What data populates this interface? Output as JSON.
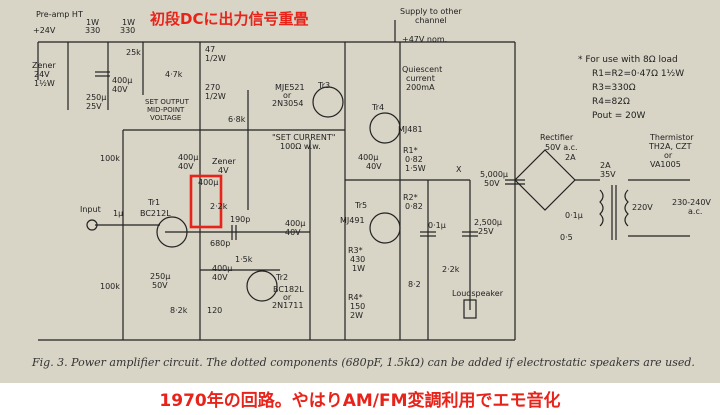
{
  "annotations": {
    "top_title": "初段DCに出力信号重畳",
    "bottom_note": "1970年の回路。やはりAM/FM変調利用でエモ音化",
    "accent": "#e8231a"
  },
  "caption": "Fig. 3. Power amplifier circuit. The dotted components (680pF, 1.5kΩ) can be added if electrostatic speakers are used.",
  "labels": {
    "preamp": "Pre-amp HT",
    "plus24": "+24V",
    "r1w330a": "1W",
    "r1w330a_v": "330",
    "r1w330b": "1W",
    "r1w330b_v": "330",
    "zener": "Zener",
    "zener_v": "24V",
    "zener_w": "1½W",
    "c250": "250µ",
    "c250_v": "25V",
    "c400a": "400µ",
    "c400a_v": "40V",
    "r25k": "25k",
    "r47k": "4·7k",
    "setout1": "SET OUTPUT",
    "setout2": "MID-POINT",
    "setout3": "VOLTAGE",
    "r47": "47",
    "r47w": "1/2W",
    "r270": "270",
    "r270w": "1/2W",
    "r68k": "6·8k",
    "mje": "MJE521",
    "mje_or": "or",
    "mje_2n": "2N3054",
    "tr3": "Tr3",
    "quiescent1": "Quiescent",
    "quiescent2": "current",
    "quiescent3": "200mA",
    "tr4": "Tr4",
    "mj481": "MJ481",
    "supply1": "Supply to other",
    "supply2": "channel",
    "plus47": "+47V nom.",
    "setcur": "\"SET CURRENT\"",
    "setcur_v": "100Ω w.w.",
    "r100k": "100k",
    "c400b": "400µ",
    "c400b_v": "40V",
    "zener2": "Zener",
    "zener2_v": "4V",
    "c400c": "400µ",
    "c400c_v": "40V",
    "r1": "R1*",
    "r1v": "0·82",
    "r1w": "1·5W",
    "xmark": "X",
    "input": "Input",
    "c1u": "1µ",
    "tr1": "Tr1",
    "bc212": "BC212L",
    "cr400": "400µ",
    "cr400v": "4V",
    "r22k": "2·2k",
    "c190": "190p",
    "c680": "680p",
    "r15k": "1·5k",
    "c400d": "400µ",
    "c400d_v": "40V",
    "c400e": "400µ",
    "c400e_v": "40V",
    "tr2": "Tr2",
    "bc182": "BC182L",
    "bc182_or": "or",
    "tr2_2n": "2N1711",
    "r82k": "8·2k",
    "r120": "120",
    "c250b": "250µ",
    "c250b_v": "50V",
    "r100kb": "100k",
    "tr5": "Tr5",
    "mj491": "MJ491",
    "r2": "R2*",
    "r2v": "0·82",
    "r3": "R3*",
    "r3v": "430",
    "r3w": "1W",
    "r4": "R4*",
    "r4v": "150",
    "r4w": "2W",
    "c01": "0·1µ",
    "r82": "8·2",
    "c2500": "2,500µ",
    "c2500v": "25V",
    "r22kb": "2·2k",
    "speaker": "Loudspeaker",
    "c5000": "5,000µ",
    "c5000v": "50V",
    "rect": "Rectifier",
    "rect_v": "50V a.c.",
    "rect_a": "2A",
    "c01b": "0·1µ",
    "r05": "0·5",
    "thermistor": "Thermistor",
    "th2a": "TH2A, CZT",
    "th_or": "or",
    "va1005": "VA1005",
    "a2": "2A",
    "v35": "35V",
    "v220": "220V",
    "mains1": "230-240V",
    "mains2": "a.c.",
    "note1": "* For use with 8Ω load",
    "note2": "R1=R2=0·47Ω 1½W",
    "note3": "R3=330Ω",
    "note4": "R4=82Ω",
    "note5": "Pout = 20W"
  }
}
